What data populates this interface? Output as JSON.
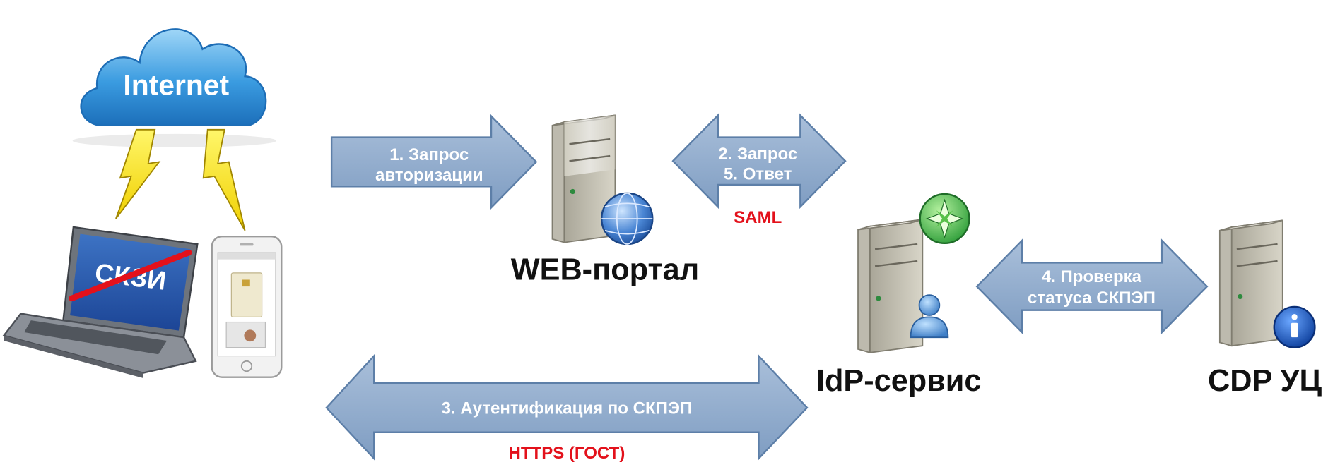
{
  "cloud": {
    "label": "Internet"
  },
  "laptop": {
    "screen_label": "СКЗИ"
  },
  "nodes": {
    "web_portal": "WEB-портал",
    "idp_service": "IdP-сервис",
    "cdp_ca": "CDP УЦ"
  },
  "arrows": {
    "auth_request": {
      "line1": "1. Запрос",
      "line2": "авторизации"
    },
    "saml_exchange": {
      "line1": "2. Запрос",
      "line2": "5. Ответ",
      "protocol": "SAML"
    },
    "status_check": {
      "line1": "4. Проверка",
      "line2": "статуса СКПЭП"
    },
    "authentication": {
      "line1": "3. Аутентификация по СКПЭП",
      "protocol": "HTTPS (ГОСТ)"
    }
  },
  "colors": {
    "arrow_fill": "#8faacb",
    "arrow_stroke": "#5d7fa8",
    "protocol_text": "#e3111b",
    "cloud": "#3a9be0"
  },
  "icons": [
    "cloud-icon",
    "lightning-icon",
    "laptop-icon",
    "smartphone-icon",
    "server-icon",
    "globe-icon",
    "star-badge-icon",
    "user-icon",
    "info-icon"
  ]
}
